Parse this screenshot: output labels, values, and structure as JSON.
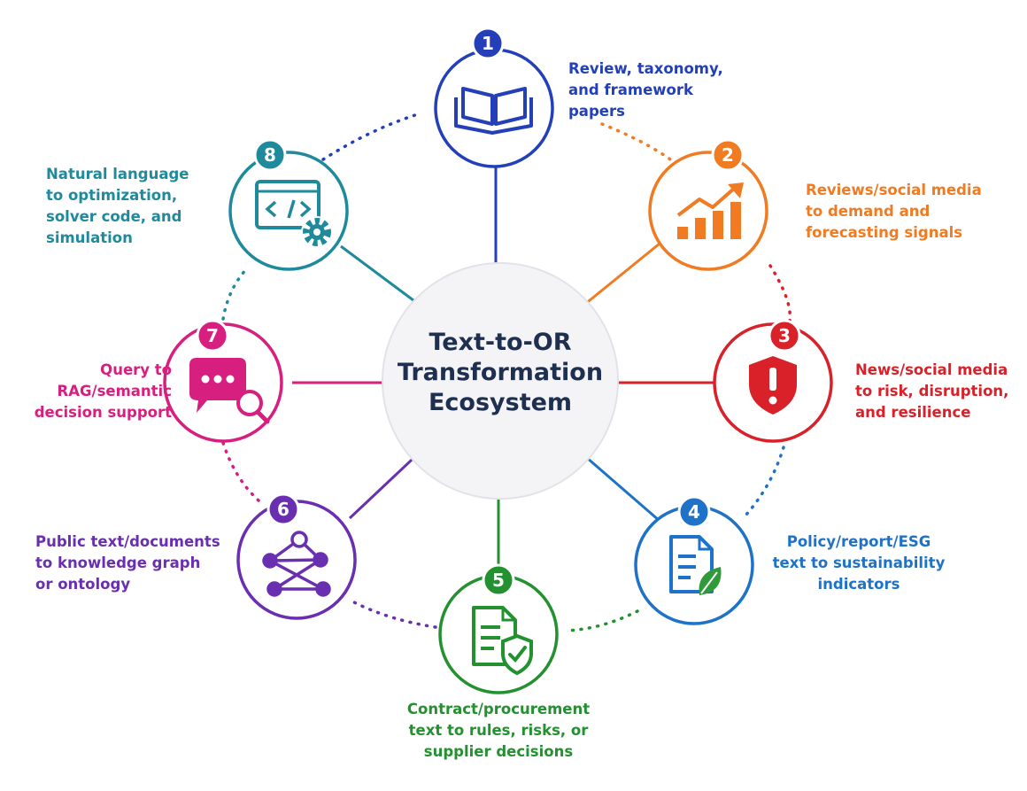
{
  "center": {
    "lines": [
      "Text-to-OR",
      "Transformation",
      "Ecosystem"
    ],
    "color": "#1f2f4f"
  },
  "nodes": [
    {
      "number": "1",
      "color": "#2340b8",
      "icon": "open-book-icon",
      "label": [
        "Review, taxonomy,",
        "and framework",
        "papers"
      ]
    },
    {
      "number": "2",
      "color": "#f07b22",
      "icon": "growth-chart-icon",
      "label": [
        "Reviews/social media",
        "to demand and",
        "forecasting signals"
      ]
    },
    {
      "number": "3",
      "color": "#d9212a",
      "icon": "shield-alert-icon",
      "label": [
        "News/social media",
        "to risk, disruption,",
        "and resilience"
      ]
    },
    {
      "number": "4",
      "color": "#1e73c8",
      "icon": "document-leaf-icon",
      "label": [
        "Policy/report/ESG",
        "text to sustainability",
        "indicators"
      ]
    },
    {
      "number": "5",
      "color": "#23912f",
      "icon": "contract-shield-icon",
      "label": [
        "Contract/procurement",
        "text to rules, risks, or",
        "supplier decisions"
      ]
    },
    {
      "number": "6",
      "color": "#6a2fb0",
      "icon": "knowledge-graph-icon",
      "label": [
        "Public text/documents",
        "to knowledge graph",
        "or ontology"
      ]
    },
    {
      "number": "7",
      "color": "#d61f7e",
      "icon": "chat-search-icon",
      "label": [
        "Query to",
        "RAG/semantic",
        "decision support"
      ]
    },
    {
      "number": "8",
      "color": "#1f8a9c",
      "icon": "code-gear-icon",
      "label": [
        "Natural language",
        "to optimization,",
        "solver code, and",
        "simulation"
      ]
    }
  ]
}
